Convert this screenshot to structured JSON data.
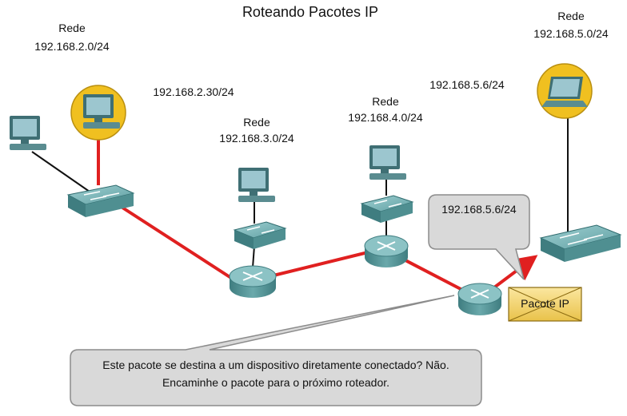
{
  "title": "Roteando Pacotes IP",
  "networks": [
    {
      "label": "Rede",
      "address": "192.168.2.0/24"
    },
    {
      "label": "Rede",
      "address": "192.168.3.0/24"
    },
    {
      "label": "Rede",
      "address": "192.168.4.0/24"
    },
    {
      "label": "Rede",
      "address": "192.168.5.0/24"
    }
  ],
  "hosts": {
    "source": "192.168.2.30/24",
    "destination": "192.168.5.6/24"
  },
  "callout_top": "192.168.5.6/24",
  "packet_label": "Pacote IP",
  "callout_bottom": {
    "line1": "Este pacote se destina a um dispositivo diretamente conectado? Não.",
    "line2": "Encaminhe o pacote para o próximo roteador."
  },
  "colors": {
    "route": "#e02020",
    "link": "#111111",
    "device": "#4f8f91",
    "host_highlight": "#f0c020",
    "packet": "#f2d060",
    "callout_fill": "#d9d9d9",
    "callout_border": "#8c8c8c"
  }
}
